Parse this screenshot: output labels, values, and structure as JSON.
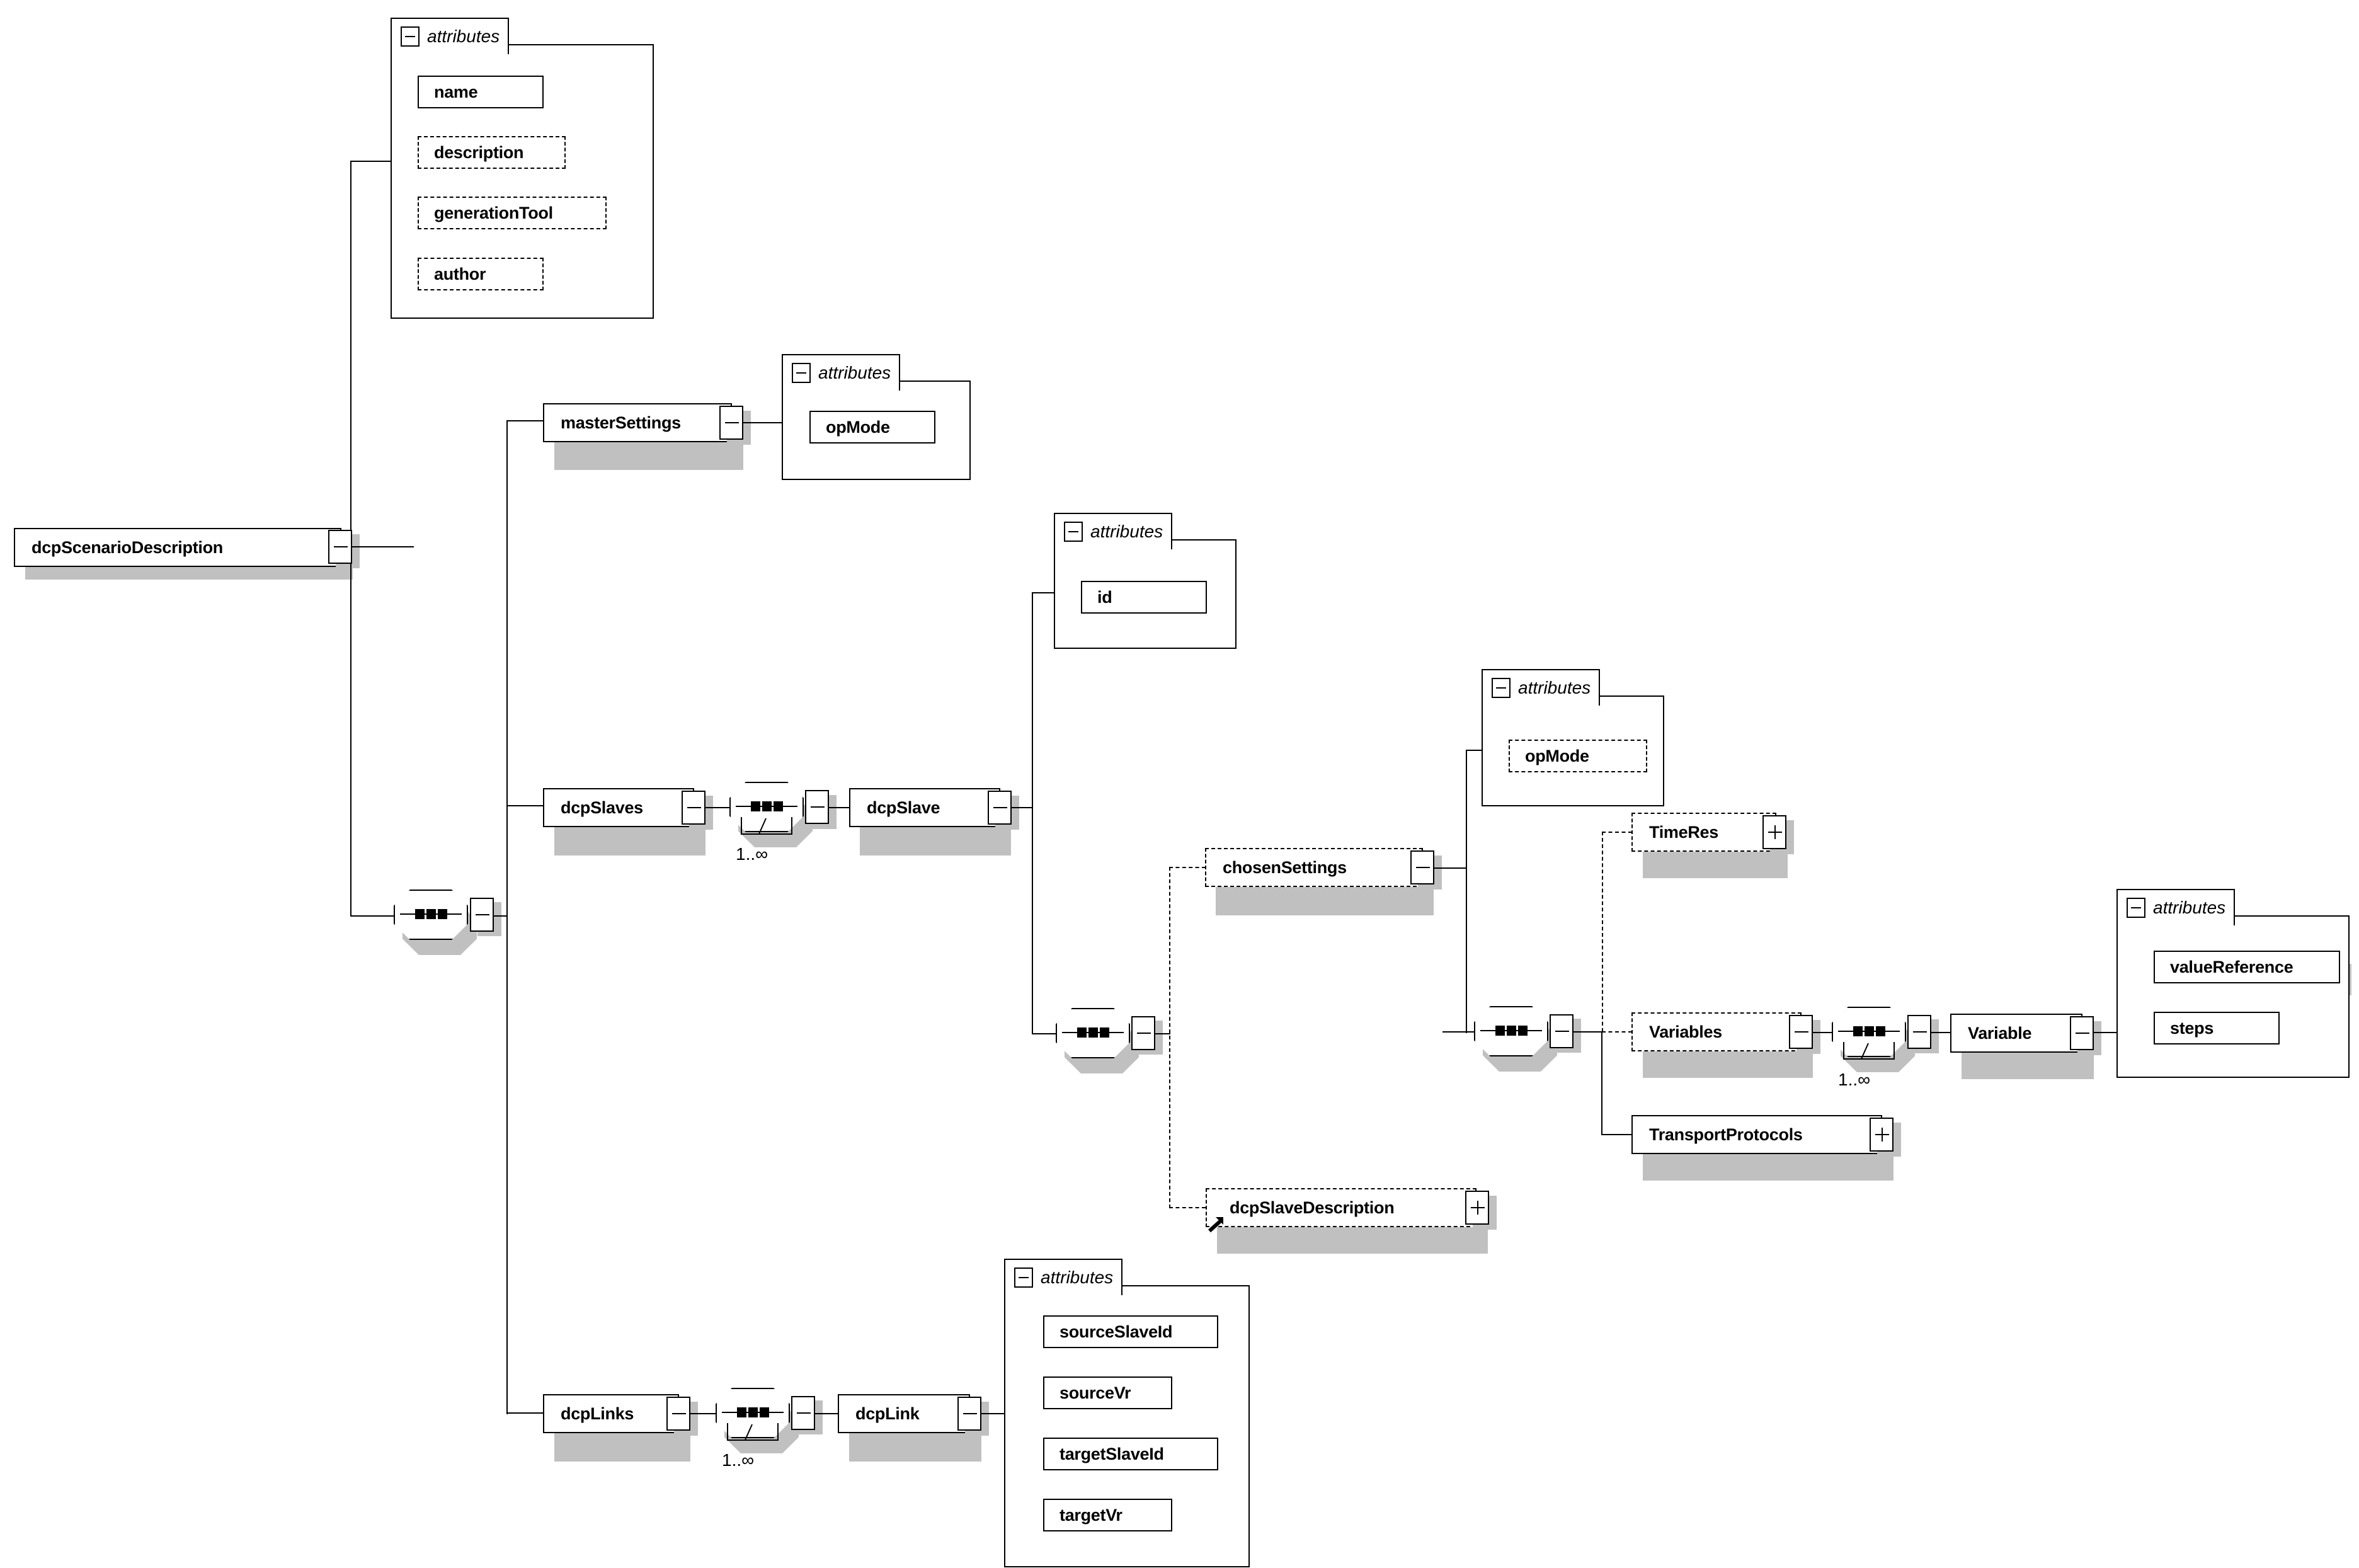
{
  "diagram": {
    "type": "xsd-schema-tree",
    "root": {
      "name": "dcpScenarioDescription",
      "toggle": "minus",
      "required": true
    },
    "attribute_group_label": "attributes",
    "cardinality_label": "1..∞",
    "groups": [
      {
        "id": "root-attributes",
        "label": "attributes",
        "attributes": [
          {
            "name": "name",
            "required": true
          },
          {
            "name": "description",
            "required": false
          },
          {
            "name": "generationTool",
            "required": false
          },
          {
            "name": "author",
            "required": false
          }
        ]
      },
      {
        "id": "mastersettings-attributes",
        "label": "attributes",
        "attributes": [
          {
            "name": "opMode",
            "required": true
          }
        ]
      },
      {
        "id": "dcpslave-attributes",
        "label": "attributes",
        "attributes": [
          {
            "name": "id",
            "required": true
          }
        ]
      },
      {
        "id": "chosensettings-attributes",
        "label": "attributes",
        "attributes": [
          {
            "name": "opMode",
            "required": false
          }
        ]
      },
      {
        "id": "variable-attributes",
        "label": "attributes",
        "attributes": [
          {
            "name": "valueReference",
            "required": true
          },
          {
            "name": "steps",
            "required": true
          }
        ]
      },
      {
        "id": "dcplink-attributes",
        "label": "attributes",
        "attributes": [
          {
            "name": "sourceSlaveId",
            "required": true
          },
          {
            "name": "sourceVr",
            "required": true
          },
          {
            "name": "targetSlaveId",
            "required": true
          },
          {
            "name": "targetVr",
            "required": true
          }
        ]
      }
    ],
    "elements": [
      {
        "id": "masterSettings",
        "name": "masterSettings",
        "required": true,
        "toggle": "minus"
      },
      {
        "id": "dcpSlaves",
        "name": "dcpSlaves",
        "required": true,
        "toggle": "minus"
      },
      {
        "id": "dcpSlave",
        "name": "dcpSlave",
        "required": true,
        "toggle": "minus"
      },
      {
        "id": "chosenSettings",
        "name": "chosenSettings",
        "required": false,
        "toggle": "minus"
      },
      {
        "id": "TimeRes",
        "name": "TimeRes",
        "required": false,
        "toggle": "plus"
      },
      {
        "id": "Variables",
        "name": "Variables",
        "required": false,
        "toggle": "minus"
      },
      {
        "id": "Variable",
        "name": "Variable",
        "required": true,
        "toggle": "minus"
      },
      {
        "id": "TransportProtocols",
        "name": "TransportProtocols",
        "required": true,
        "toggle": "plus"
      },
      {
        "id": "dcpSlaveDescription",
        "name": "dcpSlaveDescription",
        "required": false,
        "toggle": "plus",
        "reference": true
      },
      {
        "id": "dcpLinks",
        "name": "dcpLinks",
        "required": true,
        "toggle": "minus"
      },
      {
        "id": "dcpLink",
        "name": "dcpLink",
        "required": true,
        "toggle": "minus"
      }
    ],
    "cardinalities": [
      {
        "for": "dcpSlave",
        "value": "1..∞"
      },
      {
        "for": "Variable",
        "value": "1..∞"
      },
      {
        "for": "dcpLink",
        "value": "1..∞"
      }
    ],
    "colors": {
      "line": "#000000",
      "shadow": "#c0c0c0",
      "fill": "#ffffff",
      "text": "#000000"
    }
  }
}
